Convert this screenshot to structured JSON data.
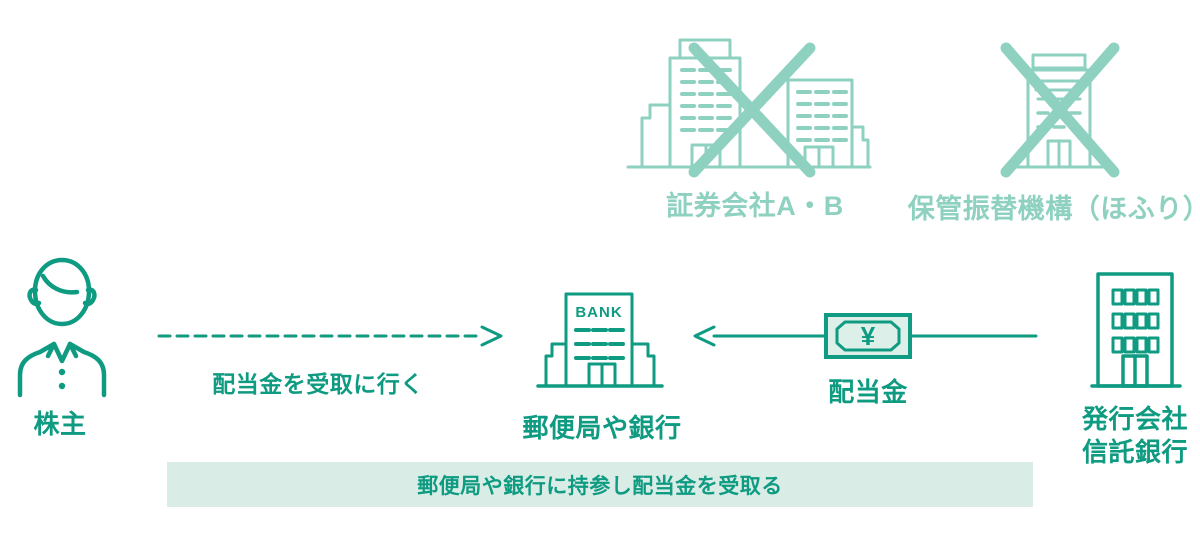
{
  "palette": {
    "primary": "#0e9b81",
    "light_teal": "#8fd1c0",
    "banner_bg": "#daece6",
    "banknote_fill": "#ddefe9"
  },
  "crossed_out": {
    "securities": {
      "label": "証券会社A・B"
    },
    "depository": {
      "label": "保管振替機構（ほふり）"
    }
  },
  "flow": {
    "shareholder": {
      "label": "株主"
    },
    "go_receive_arrow": {
      "label": "配当金を受取に行く"
    },
    "bank": {
      "label": "郵便局や銀行",
      "sign": "BANK"
    },
    "dividend_arrow": {
      "label": "配当金",
      "currency": "¥"
    },
    "issuer": {
      "label_line1": "発行会社",
      "label_line2": "信託銀行"
    }
  },
  "banner": {
    "text": "郵便局や銀行に持参し配当金を受取る"
  }
}
